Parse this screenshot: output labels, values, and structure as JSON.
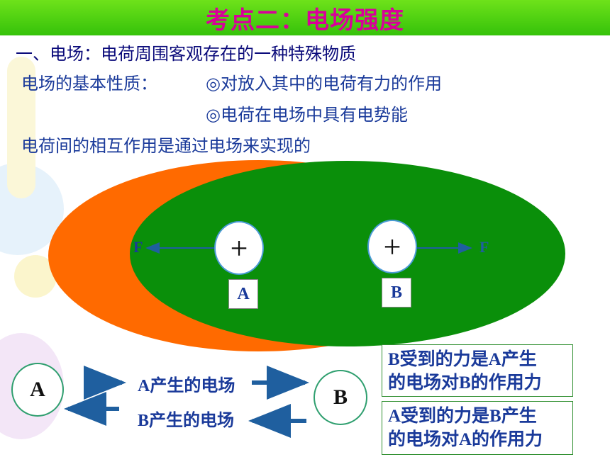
{
  "title": "考点二：电场强度",
  "definition": "一、电场：电荷周围客观存在的一种特殊物质",
  "property_label": "电场的基本性质：",
  "property_1": "◎对放入其中的电荷有力的作用",
  "property_2": "◎电荷在电场中具有电势能",
  "interaction": "电荷间的相互作用是通过电场来实现的",
  "diagram": {
    "plus_sign": "+",
    "force_left": "F",
    "force_right": "F",
    "label_a": "A",
    "label_b": "B"
  },
  "bottom": {
    "circle_a": "A",
    "circle_b": "B",
    "field_a": "A产生的电场",
    "field_b": "B产生的电场",
    "note_b": [
      "B受到的力是A产生",
      "的电场对B的作用力"
    ],
    "note_a": [
      "A受到的力是B产生",
      "的电场对A的作用力"
    ]
  },
  "colors": {
    "title_bar": "#44cc10",
    "title_text": "#d8009a",
    "orange_field": "#ff6a00",
    "green_field": "#0a8f0a",
    "arrow_blue": "#1f5f9f",
    "text_blue": "#1a3a9a"
  }
}
